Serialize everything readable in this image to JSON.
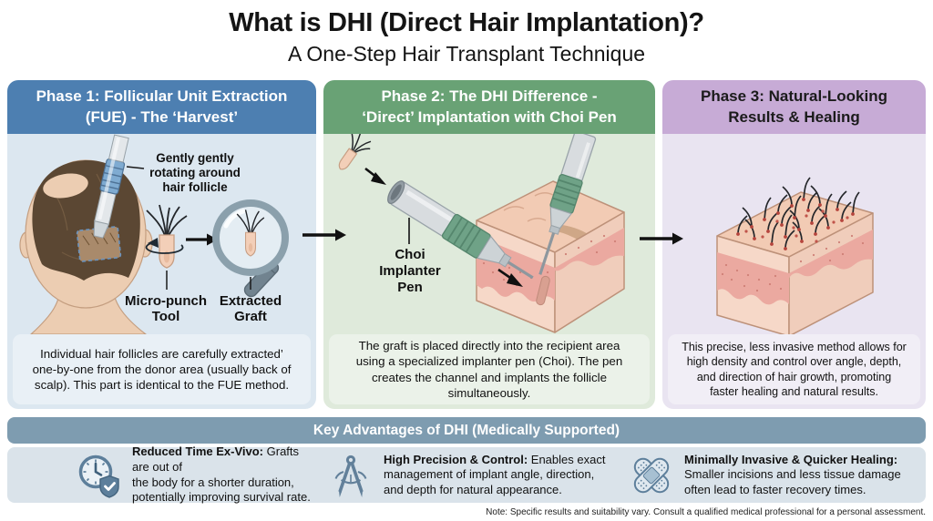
{
  "header": {
    "title": "What is DHI (Direct Hair Implantation)?",
    "subtitle": "A One-Step Hair Transplant Technique"
  },
  "phases": [
    {
      "title": "Phase 1: Follicular Unit Extraction\n(FUE) - The ‘Harvest’",
      "labels": {
        "rotating": "Gently gently\nrotating around\nhair follicle",
        "micro_punch": "Micro-punch\nTool",
        "extracted": "Extracted\nGraft"
      },
      "description": "Individual hair follicles are carefully extracted’\none-by-one from the donor area (usually back of\nscalp). This part is identical to the FUE method."
    },
    {
      "title": "Phase 2: The DHI Difference -\n‘Direct’ Implantation with Choi Pen",
      "labels": {
        "choi_pen": "Choi\nImplanter\nPen"
      },
      "description": "The graft is placed directly into the recipient area\nusing a specialized implanter pen (Choi). The pen\ncreates the channel and implants the follicle\nsimultaneously."
    },
    {
      "title": "Phase 3: Natural-Looking\nResults & Healing",
      "description": "This precise, less invasive method allows for\nhigh density and control over angle, depth,\nand direction of hair growth, promoting\nfaster healing and natural results."
    }
  ],
  "advantages": {
    "bar_title": "Key Advantages of DHI (Medically Supported)",
    "items": [
      {
        "icon": "clock-shield-icon",
        "title": "Reduced Time Ex-Vivo:",
        "body": " Grafts are out of\nthe body for a shorter duration,\npotentially improving survival rate."
      },
      {
        "icon": "compass-icon",
        "title": "High Precision & Control:",
        "body": " Enables exact\nmanagement of implant angle, direction,\nand depth for natural appearance."
      },
      {
        "icon": "bandage-icon",
        "title": "Minimally Invasive & Quicker Healing:",
        "body": "\nSmaller incisions and less tissue damage\noften lead to faster recovery times."
      }
    ]
  },
  "note": "Note: Specific results and suitability vary. Consult a qualified medical professional for a personal assessment.",
  "colors": {
    "phase1_header": "#4d7fb1",
    "phase1_body": "#dce7f0",
    "phase2_header": "#69a275",
    "phase2_body": "#dfeadb",
    "phase3_header": "#c7abd6",
    "phase3_body": "#e9e4f1",
    "advantages_bar": "#7e9cb0",
    "advantages_body": "#dae3ea",
    "icon_accent": "#5d7f9b",
    "arrow": "#111111"
  }
}
